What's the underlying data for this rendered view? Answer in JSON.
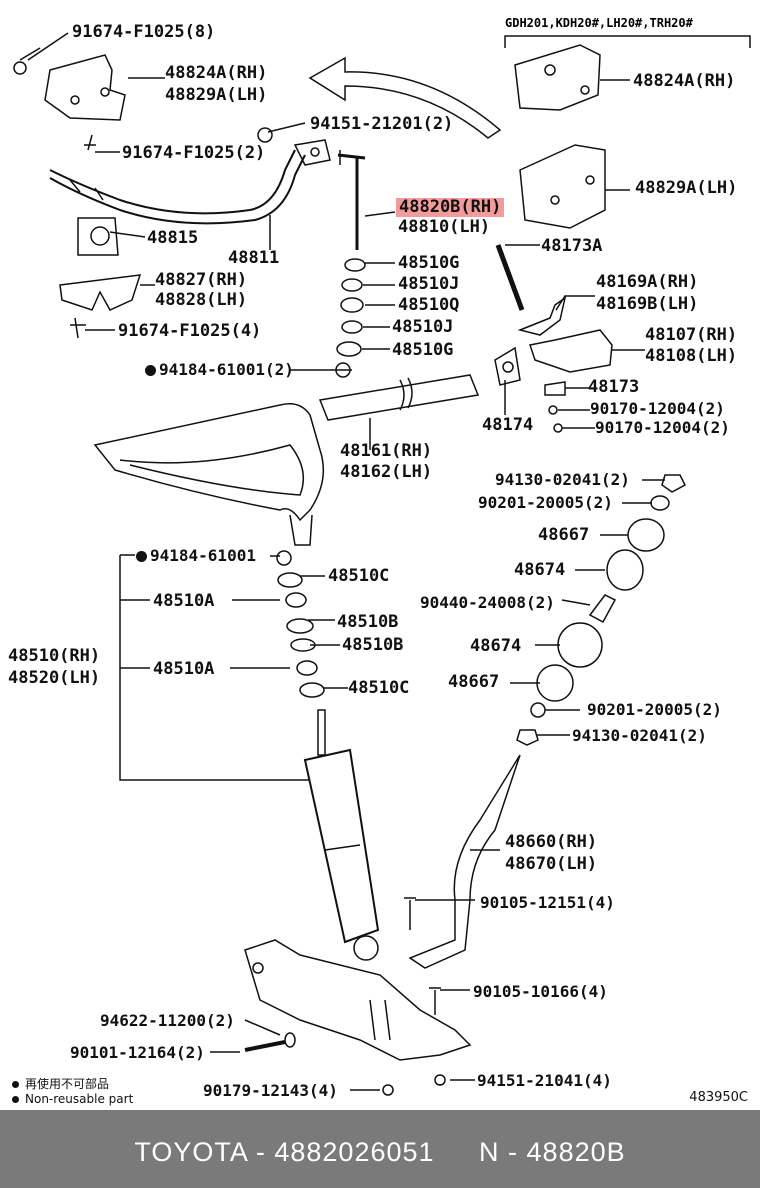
{
  "model_note": "GDH201,KDH20#,LH20#,TRH20#",
  "labels": {
    "p91674_f1025_8": "91674-F1025(8)",
    "p48824a_rh_top": "48824A(RH)",
    "p48829a_lh_top": "48829A(LH)",
    "p48824a_rh_right": "48824A(RH)",
    "p94151_21201": "94151-21201(2)",
    "p91674_f1025_2": "91674-F1025(2)",
    "p48829a_lh_right": "48829A(LH)",
    "p48820b_rh": "48820B(RH)",
    "p48810_lh": "48810(LH)",
    "p48815": "48815",
    "p48811": "48811",
    "p48173a": "48173A",
    "p48510g_1": "48510G",
    "p48510j_1": "48510J",
    "p48827_rh": "48827(RH)",
    "p48828_lh": "48828(LH)",
    "p48169a_rh": "48169A(RH)",
    "p48169b_lh": "48169B(LH)",
    "p48510q": "48510Q",
    "p91674_f1025_4": "91674-F1025(4)",
    "p48510j_2": "48510J",
    "p48107_rh": "48107(RH)",
    "p48108_lh": "48108(LH)",
    "p48510g_2": "48510G",
    "p94184_61001_2": "94184-61001(2)",
    "p48173": "48173",
    "p90170_12004_a": "90170-12004(2)",
    "p48174": "48174",
    "p90170_12004_b": "90170-12004(2)",
    "p48161_rh": "48161(RH)",
    "p48162_lh": "48162(LH)",
    "p94130_02041_a": "94130-02041(2)",
    "p90201_20005_a": "90201-20005(2)",
    "p48667_a": "48667",
    "p94184_61001": "94184-61001",
    "p48510c_a": "48510C",
    "p48674_a": "48674",
    "p48510a_a": "48510A",
    "p90440_24008": "90440-24008(2)",
    "p48510b_a": "48510B",
    "p48510b_b": "48510B",
    "p48674_b": "48674",
    "p48510_rh": "48510(RH)",
    "p48520_lh": "48520(LH)",
    "p48510a_b": "48510A",
    "p48667_b": "48667",
    "p48510c_b": "48510C",
    "p90201_20005_b": "90201-20005(2)",
    "p94130_02041_b": "94130-02041(2)",
    "p48660_rh": "48660(RH)",
    "p48670_lh": "48670(LH)",
    "p90105_12151": "90105-12151(4)",
    "p90105_10166": "90105-10166(4)",
    "p94622_11200": "94622-11200(2)",
    "p90101_12164": "90101-12164(2)",
    "p94151_21041": "94151-21041(4)",
    "p90179_12143": "90179-12143(4)"
  },
  "legend": {
    "jp": "再使用不可部品",
    "en": "Non-reusable part"
  },
  "diagram_ref": "483950C",
  "footer": {
    "brand": "TOYOTA - 4882026051",
    "part": "N - 48820B"
  },
  "colors": {
    "highlight": "#f39a9a",
    "footer_bg": "#7a7a7a",
    "line": "#111111"
  }
}
